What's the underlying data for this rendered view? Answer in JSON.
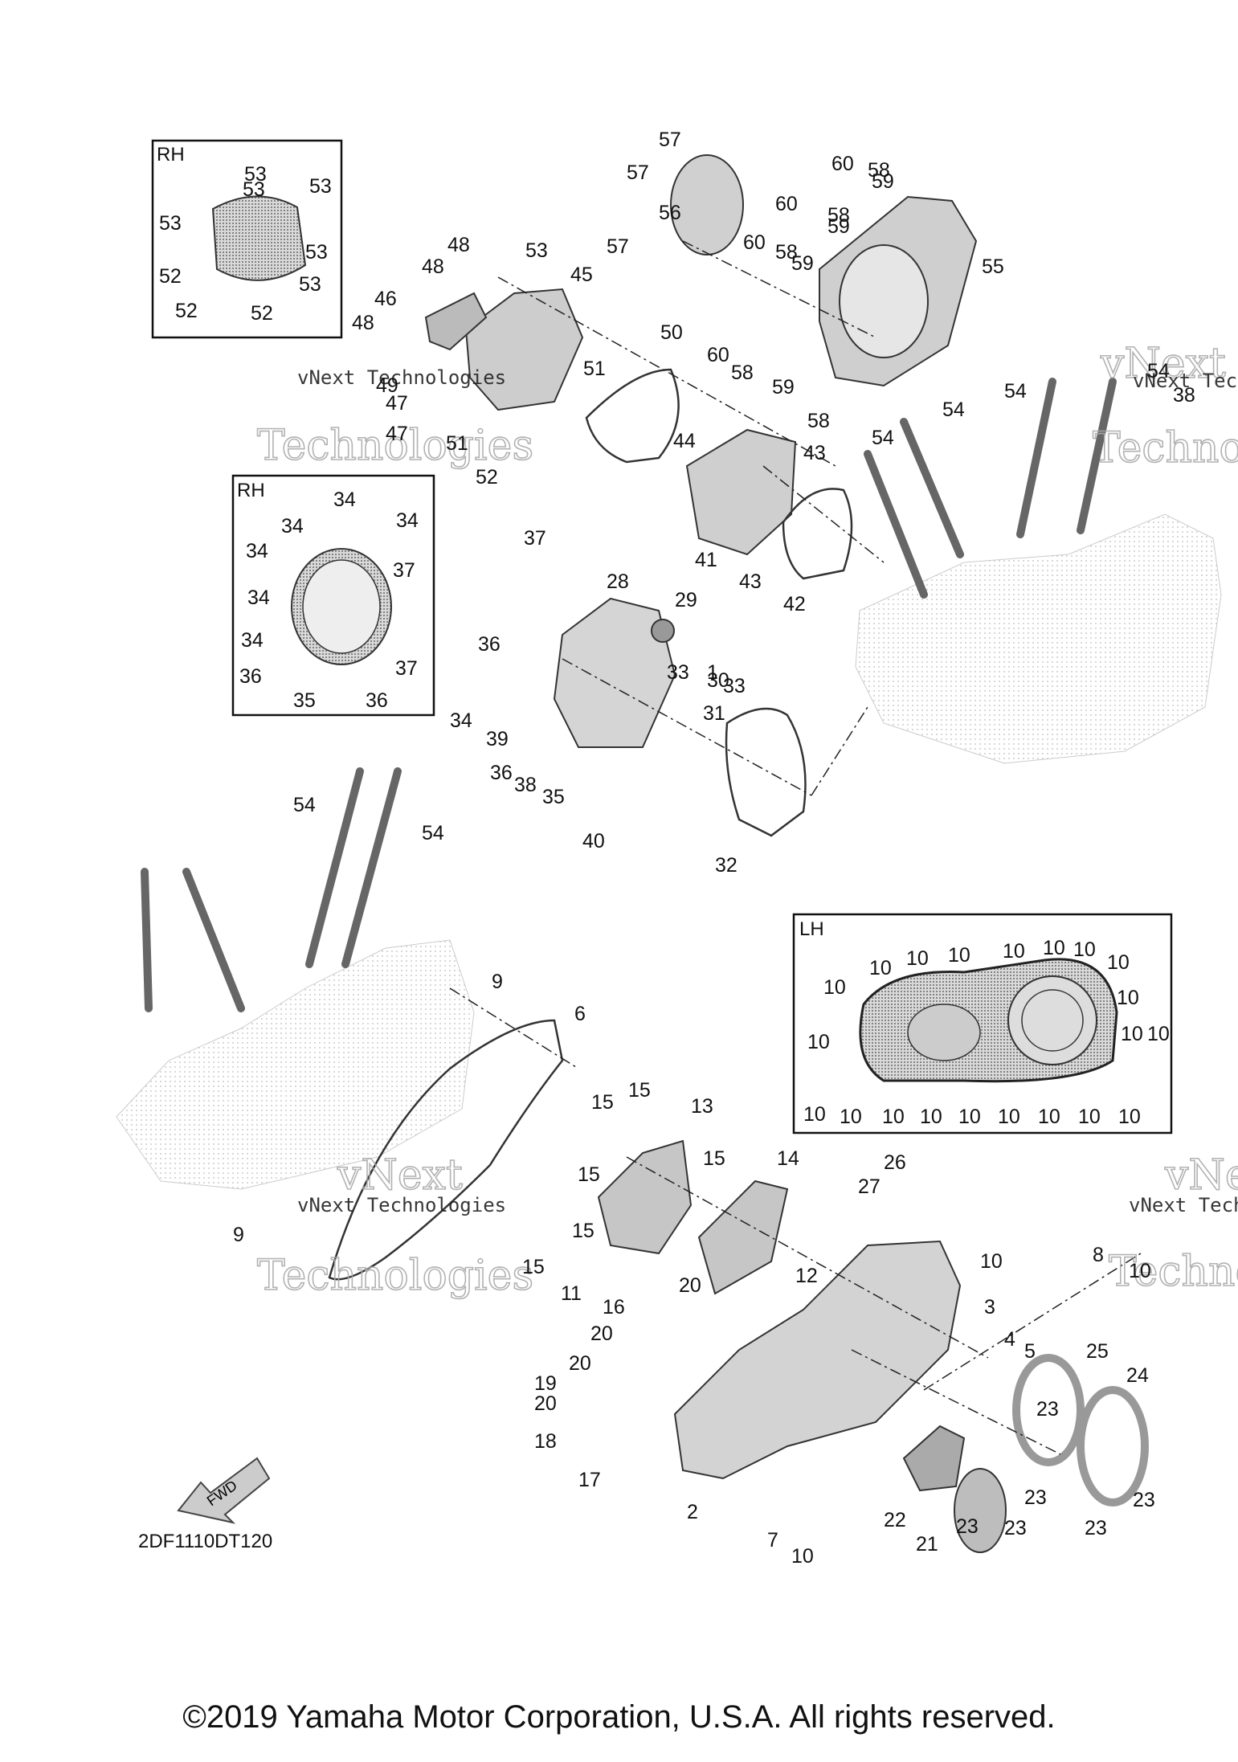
{
  "insets": [
    {
      "title": "RH",
      "labels": [
        "53",
        "53",
        "53",
        "53",
        "53",
        "53",
        "52",
        "52",
        "52"
      ]
    },
    {
      "title": "RH",
      "labels": [
        "34",
        "34",
        "34",
        "34",
        "34",
        "34",
        "37",
        "37",
        "36",
        "35",
        "36"
      ]
    },
    {
      "title": "LH",
      "labels": [
        "10",
        "10",
        "10",
        "10",
        "10",
        "10",
        "10",
        "10",
        "10",
        "10",
        "10",
        "10",
        "10",
        "10",
        "10",
        "10",
        "10",
        "10",
        "10",
        "10",
        "10"
      ]
    }
  ],
  "diagram_code": "2DF1110DT120",
  "fwd_label": "FWD",
  "watermark": {
    "line1": "vNext Technologies",
    "line2a": "vNext",
    "line2b": "Technologies"
  },
  "copyright": "©2019 Yamaha Motor Corporation, U.S.A. All rights reserved.",
  "callouts": [
    "1",
    "2",
    "3",
    "4",
    "5",
    "6",
    "7",
    "8",
    "9",
    "9",
    "10",
    "10",
    "10",
    "11",
    "12",
    "13",
    "14",
    "15",
    "15",
    "15",
    "15",
    "15",
    "15",
    "16",
    "17",
    "18",
    "19",
    "20",
    "20",
    "20",
    "20",
    "21",
    "22",
    "23",
    "23",
    "23",
    "23",
    "23",
    "23",
    "24",
    "25",
    "26",
    "27",
    "28",
    "29",
    "30",
    "31",
    "32",
    "33",
    "33",
    "34",
    "35",
    "36",
    "36",
    "37",
    "38",
    "38",
    "39",
    "40",
    "41",
    "42",
    "43",
    "43",
    "44",
    "45",
    "46",
    "47",
    "47",
    "48",
    "48",
    "48",
    "49",
    "50",
    "51",
    "51",
    "52",
    "53",
    "54",
    "54",
    "54",
    "54",
    "54",
    "54",
    "55",
    "56",
    "57",
    "57",
    "57",
    "58",
    "58",
    "58",
    "58",
    "58",
    "59",
    "59",
    "59",
    "59",
    "60",
    "60",
    "60",
    "60"
  ]
}
